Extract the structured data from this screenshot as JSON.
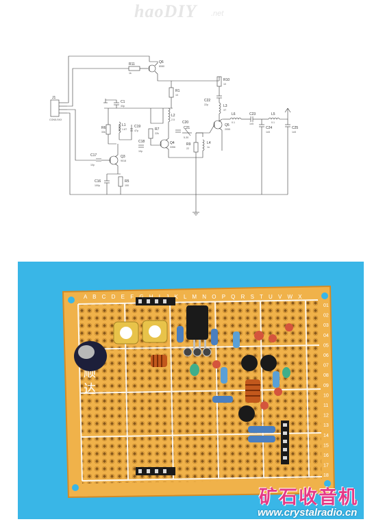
{
  "watermark": {
    "brand": "haoDIY",
    "suffix": ".net"
  },
  "schematic": {
    "connector": {
      "name": "J1",
      "part": "CON5-SKX"
    },
    "components": {
      "Q6": {
        "name": "Q6",
        "value": "8080"
      },
      "R11": {
        "name": "R11",
        "value": "1k"
      },
      "R10": {
        "name": "R10",
        "value": "10"
      },
      "R1": {
        "name": "R1",
        "value": "10"
      },
      "C1": {
        "name": "C1",
        "value": "33p"
      },
      "C22": {
        "name": "C22",
        "value": "22p"
      },
      "L3": {
        "name": "L3",
        "value": "3T"
      },
      "R6": {
        "name": "R6",
        "value": "33k"
      },
      "L1": {
        "name": "L1",
        "value": "1.6T"
      },
      "C19": {
        "name": "C19",
        "value": "47p"
      },
      "R7": {
        "name": "R7",
        "value": "22k"
      },
      "L2": {
        "name": "L2",
        "value": "2.5"
      },
      "C20": {
        "name": "C20",
        "value": ""
      },
      "C21": {
        "name": "C21",
        "value": "5-30"
      },
      "Q5": {
        "name": "Q5",
        "value": "2055"
      },
      "L6": {
        "name": "L6",
        "value": "0.1"
      },
      "C23": {
        "name": "C23",
        "value": "1n5"
      },
      "L5": {
        "name": "L5",
        "value": "0.1"
      },
      "C24": {
        "name": "C24",
        "value": "1n5"
      },
      "C25": {
        "name": "C25",
        "value": "1n5"
      },
      "C18": {
        "name": "C18",
        "value": "10p"
      },
      "Q4": {
        "name": "Q4",
        "value": "3356"
      },
      "R9": {
        "name": "R9",
        "value": "22"
      },
      "L4": {
        "name": "L4",
        "value": "1u"
      },
      "C17": {
        "name": "C17",
        "value": "10p"
      },
      "Q3": {
        "name": "Q3",
        "value": "9018"
      },
      "C16": {
        "name": "C16",
        "value": "100p"
      },
      "R5": {
        "name": "R5",
        "value": "100"
      }
    }
  },
  "board": {
    "top_letters": "A B C D E F G H I J K L M N O P Q R S T U V W X",
    "right_numbers": [
      "01",
      "02",
      "03",
      "04",
      "05",
      "06",
      "07",
      "08",
      "09",
      "10",
      "11",
      "12",
      "13",
      "14",
      "15",
      "16",
      "17",
      "18"
    ],
    "silk_chars": [
      "顺",
      "达"
    ]
  },
  "brand": {
    "name": "矿石收音机",
    "url": "www.crystalradio.cn"
  },
  "colors": {
    "sky": "#39b6e7",
    "board": "#f0b24a",
    "silk": "#ffffff",
    "brand_pink": "#e43a86"
  }
}
